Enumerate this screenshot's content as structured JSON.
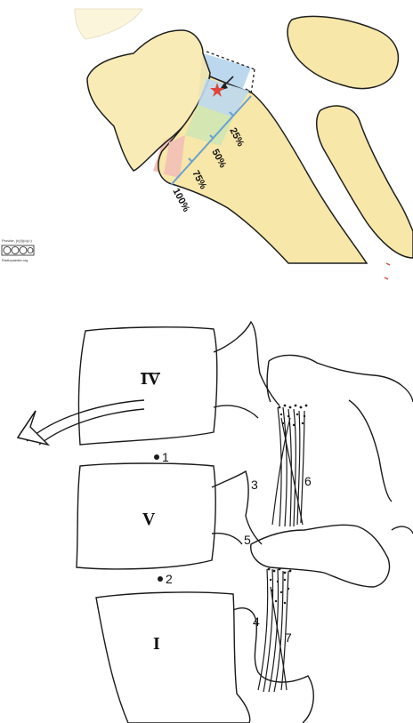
{
  "top_diagram": {
    "percent_labels": [
      "25%",
      "50%",
      "75%",
      "100%"
    ],
    "license": {
      "line1": "Provide, (c)(i)(o)(=)",
      "line2": "Radiopaedia.org"
    },
    "colors": {
      "bone": "#f7e7a9",
      "bone_edge": "#1f1f1f",
      "zone_blue": "#bcd8ee",
      "zone_green": "#cfe6b3",
      "zone_red": "#f2c0b7",
      "axis_line": "#6aa1cf",
      "marker_star": "#e0443a"
    }
  },
  "bottom_diagram": {
    "vertebra_labels": [
      "IV",
      "V",
      "I"
    ],
    "point_labels": [
      "1",
      "2"
    ],
    "structure_labels": [
      "3",
      "4",
      "5",
      "6",
      "7"
    ]
  }
}
